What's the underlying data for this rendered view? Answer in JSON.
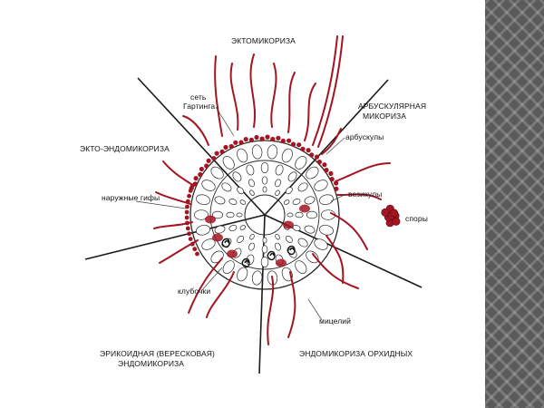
{
  "diagram": {
    "colors": {
      "fungus": "#a31521",
      "lines": "#1a1a1a",
      "cells": "#2a2a2a",
      "side_panel": "#5a5a5a"
    },
    "labels": {
      "ecto": "ЭКТОМИКОРИЗА",
      "hartig_1": "сеть",
      "hartig_2": "Гартинга",
      "arbuscular_1": "АРБУСКУЛЯРНАЯ",
      "arbuscular_2": "МИКОРИЗА",
      "arbuscules": "арбускулы",
      "ecto_endo": "ЭКТО-ЭНДОМИКОРИЗА",
      "outer_hyphae": "наружные гифы",
      "vesicles": "везикулы",
      "spores": "споры",
      "coils": "клубочки",
      "mycelium": "мицелий",
      "ericoid_1": "ЭРИКОИДНАЯ (ВЕРЕСКОВАЯ)",
      "ericoid_2": "ЭНДОМИКОРИЗА",
      "orchid": "ЭНДОМИКОРИЗА ОРХИДНЫХ"
    }
  }
}
